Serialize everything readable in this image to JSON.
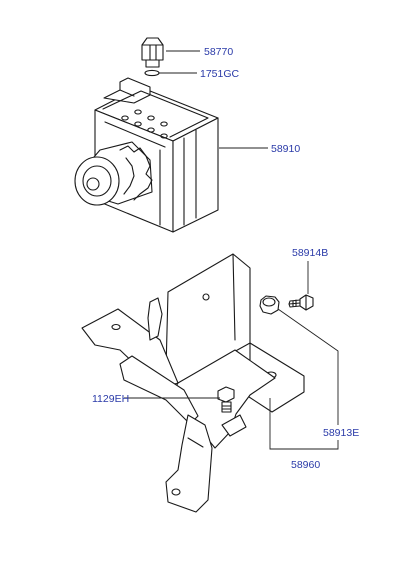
{
  "diagram": {
    "callouts": {
      "p58770": "58770",
      "p1751gc": "1751GC",
      "p58910": "58910",
      "p58914b": "58914B",
      "p1129eh": "1129EH",
      "p58913e": "58913E",
      "p58960": "58960"
    },
    "colors": {
      "label": "#2a3aa8",
      "line": "#1a1a1a"
    }
  }
}
